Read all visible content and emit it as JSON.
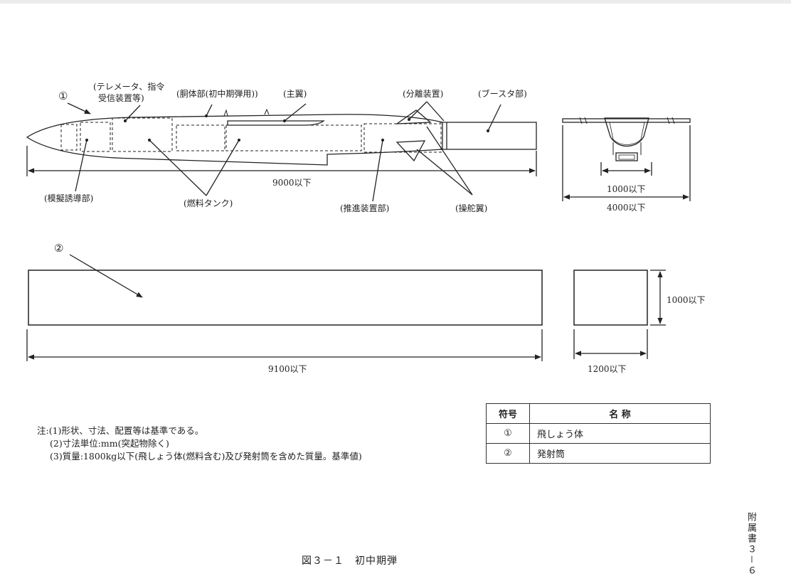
{
  "missile": {
    "marker": "①",
    "labels": {
      "telemetry": [
        "(テレメータ、指令",
        "受信装置等)"
      ],
      "fuselage": "(胴体部(初中期弾用))",
      "main_wing": "(主翼)",
      "separation": "(分離装置)",
      "booster": "(ブースタ部)",
      "seeker": "(模擬誘導部)",
      "fuel_tank": "(燃料タンク)",
      "propulsion": "(推進装置部)",
      "control_fin": "(操舵翼)"
    },
    "length_dim": "9000以下",
    "front_inner_dim": "1000以下",
    "front_outer_dim": "4000以下"
  },
  "launcher": {
    "marker": "②",
    "length_dim": "9100以下",
    "height_dim": "1000以下",
    "width_dim": "1200以下"
  },
  "notes": {
    "line1": "注:(1)形状、寸法、配置等は基準である。",
    "line2": "(2)寸法単位:mm(突起物除く)",
    "line3": "(3)質量:1800kg以下(飛しょう体(燃料含む)及び発射筒を含めた質量。基準値)"
  },
  "legend": {
    "header_symbol": "符号",
    "header_name": "名 称",
    "rows": [
      {
        "symbol": "①",
        "name": "飛しょう体"
      },
      {
        "symbol": "②",
        "name": "発射筒"
      }
    ]
  },
  "caption": "図３－１　初中期弾",
  "page_ref": "附属書３－６"
}
